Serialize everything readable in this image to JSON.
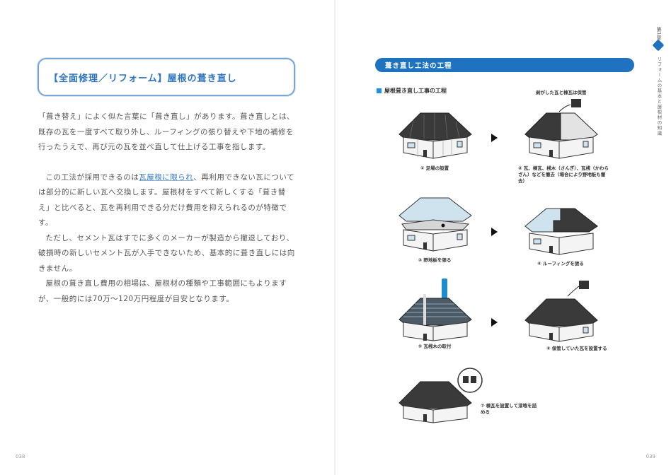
{
  "left_page": {
    "title": "【全面修理／リフォーム】屋根の葺き直し",
    "paragraphs": [
      "「葺き替え」によく似た言葉に「葺き直し」があります。葺き直しとは、既存の瓦を一度すべて取り外し、ルーフィングの張り替えや下地の補修を行ったうえで、再び元の瓦を並べ直して仕上げる工事を指します。",
      "この工法が採用できるのは",
      "瓦屋根に限られ",
      "、再利用できない瓦については部分的に新しい瓦へ交換します。屋根材をすべて新しくする「葺き替え」と比べると、瓦を再利用できる分だけ費用を抑えられるのが特徴です。",
      "ただし、セメント瓦はすでに多くのメーカーが製造から撤退しており、破損時の新しいセメント瓦が入手できないため、基本的に葺き直しには向きません。",
      "屋根の葺き直し費用の相場は、屋根材の種類や工事範囲にもよりますが、一般的には70万〜120万円程度が目安となります。"
    ],
    "folio": "038"
  },
  "right_page": {
    "banner": "葺き直し工法の工程",
    "subheading": "屋根葺き直し工事の工程",
    "note_removed_tiles": "剥がした瓦と棟瓦は保管",
    "steps": [
      {
        "num": "①",
        "caption": "足場の設置"
      },
      {
        "num": "②",
        "caption": "瓦、棟瓦、桟木（さんぎ）、瓦桟（かわらざん）などを撤去（場合により野地板も撤去）"
      },
      {
        "num": "③",
        "caption": "野地板を張る"
      },
      {
        "num": "④",
        "caption": "ルーフィングを張る"
      },
      {
        "num": "⑤",
        "caption": "瓦桟木の取付"
      },
      {
        "num": "⑥",
        "caption": "保管していた瓦を設置する"
      },
      {
        "num": "⑦",
        "caption": "棟瓦を設置して漆喰を詰める"
      }
    ],
    "side_tab": {
      "chapter": "第1章",
      "title": "リフォームの基本と屋根材の知識"
    },
    "folio": "039"
  },
  "colors": {
    "accent_blue": "#1f72c0",
    "title_border": "#7aa6d6",
    "roof_dark": "#3a3a3a",
    "sheathing_light_blue": "#cfe3ef",
    "bullet_blue": "#1e8fe8"
  }
}
